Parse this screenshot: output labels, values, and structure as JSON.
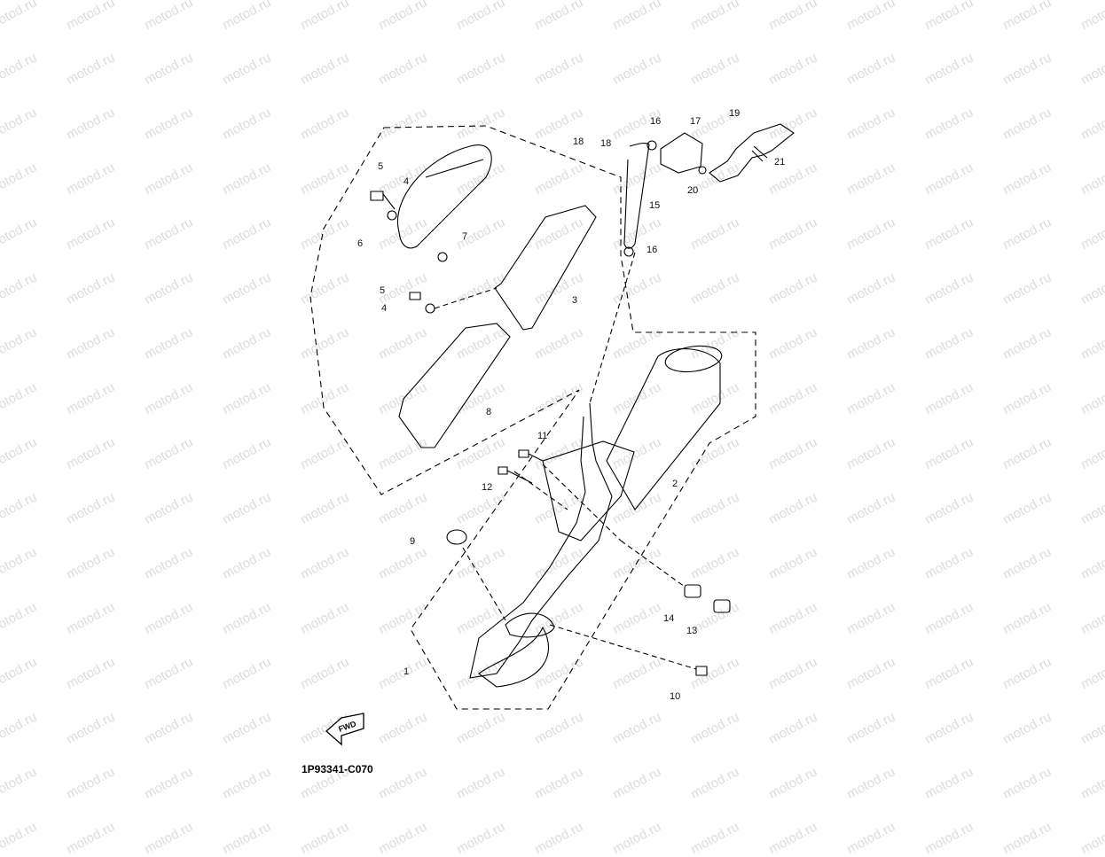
{
  "diagram": {
    "drawing_code": "1P93341-C070",
    "fwd_label": "FWD",
    "watermark_text": "motod.ru",
    "callouts": [
      "1",
      "2",
      "3",
      "4",
      "4",
      "5",
      "5",
      "6",
      "7",
      "8",
      "9",
      "10",
      "11",
      "12",
      "13",
      "14",
      "15",
      "16",
      "16",
      "17",
      "18",
      "18",
      "19",
      "20",
      "21"
    ],
    "line_color": "#000000",
    "watermark_color": "#dcdcdc"
  }
}
